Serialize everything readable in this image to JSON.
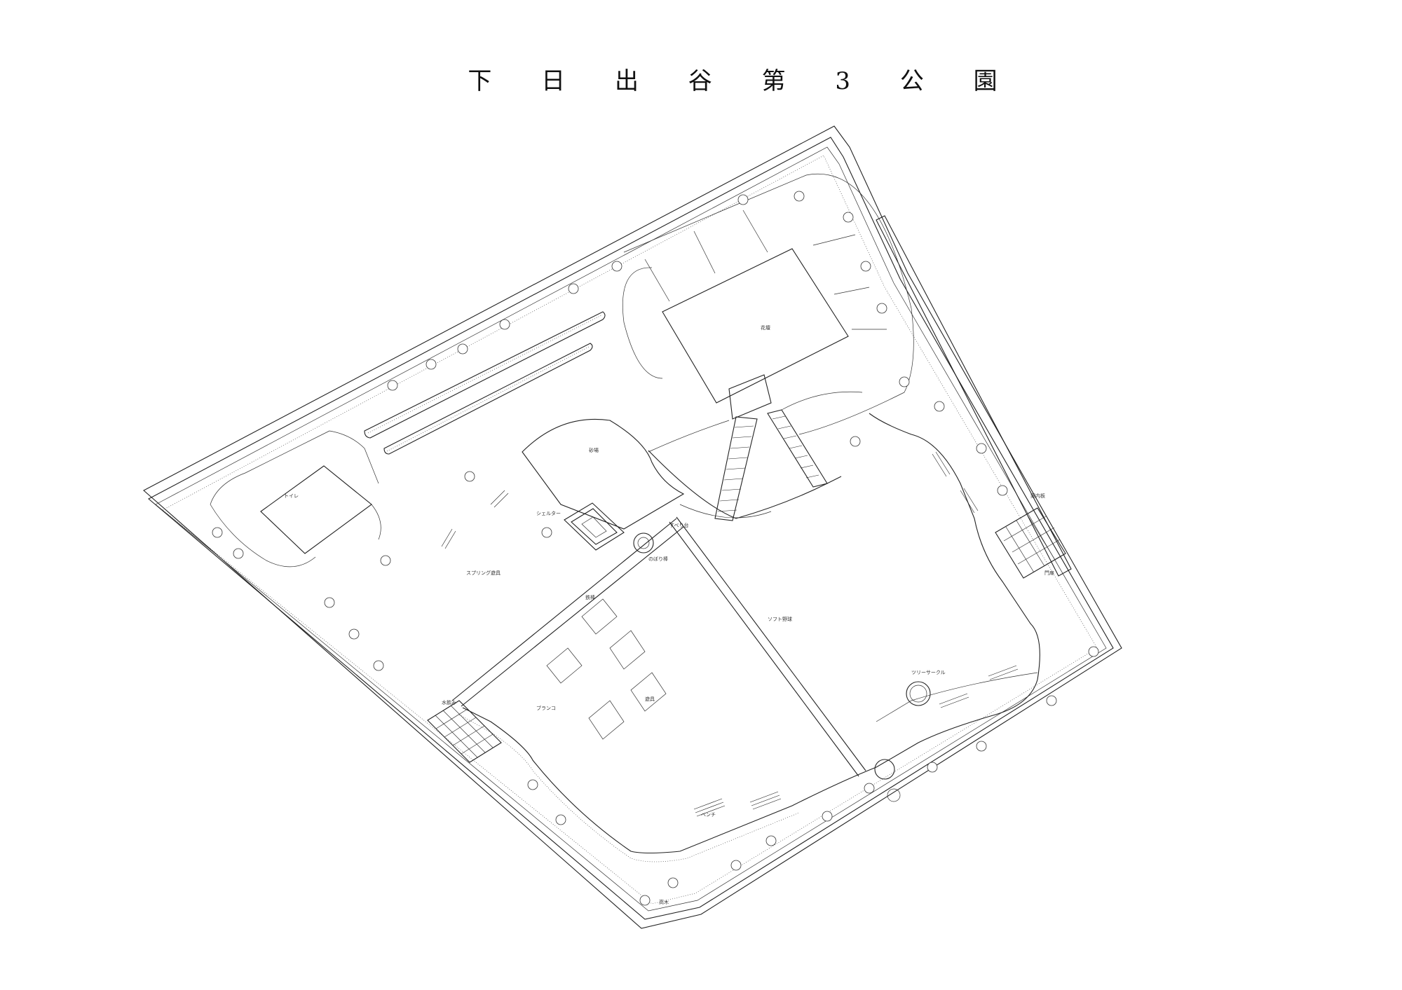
{
  "title": "下 日 出 谷 第 3 公 園",
  "labels": {
    "sports_square": "ソフト野球",
    "toilet": "トイレ",
    "shelter": "シェルター",
    "sandbox": "砂場",
    "bench": "ベンチ",
    "spring_toy": "スプリング遊具",
    "tree_circle": "ツリーサークル",
    "climbing": "のぼり棒",
    "playground_equipment": "遊具",
    "horizontal_bar": "鉄棒",
    "swing": "ブランコ",
    "slide": "すべり台",
    "garden": "花壇",
    "drinking": "水飲み",
    "sign": "案内板",
    "tree_label": "高木",
    "gate": "門扉"
  }
}
